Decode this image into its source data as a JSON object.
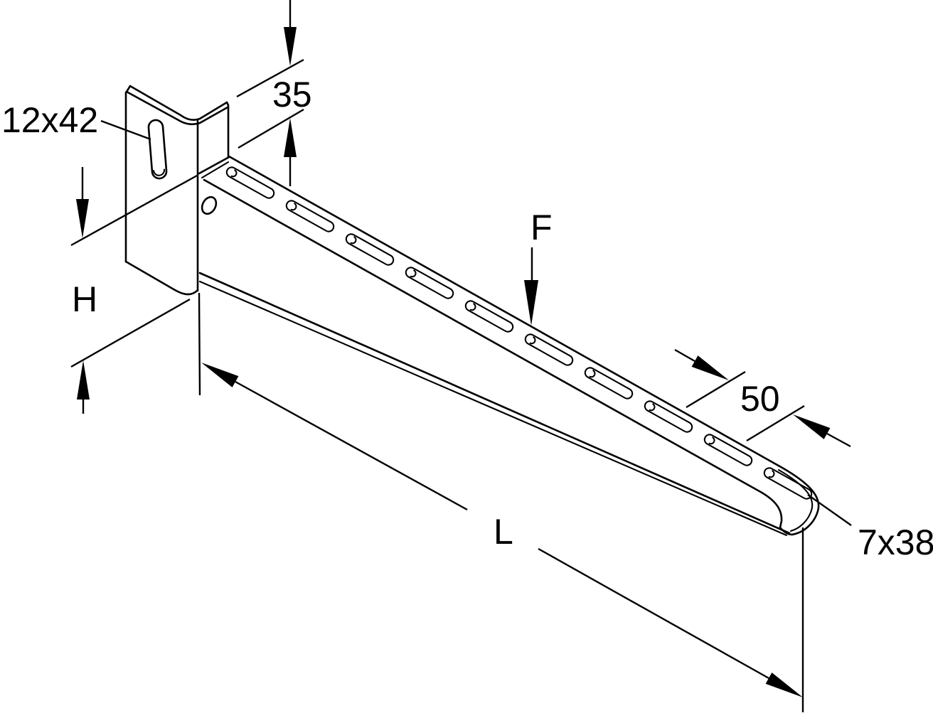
{
  "figure": {
    "background": "#ffffff",
    "line_color": "#000000",
    "arm_slot_count": 10
  },
  "labels": {
    "mounting_slot_size": "12x42",
    "top_offset": "35",
    "bracket_height": "H",
    "load_force": "F",
    "slot_pitch": "50",
    "arm_length": "L",
    "arm_slot_size": "7x38"
  }
}
